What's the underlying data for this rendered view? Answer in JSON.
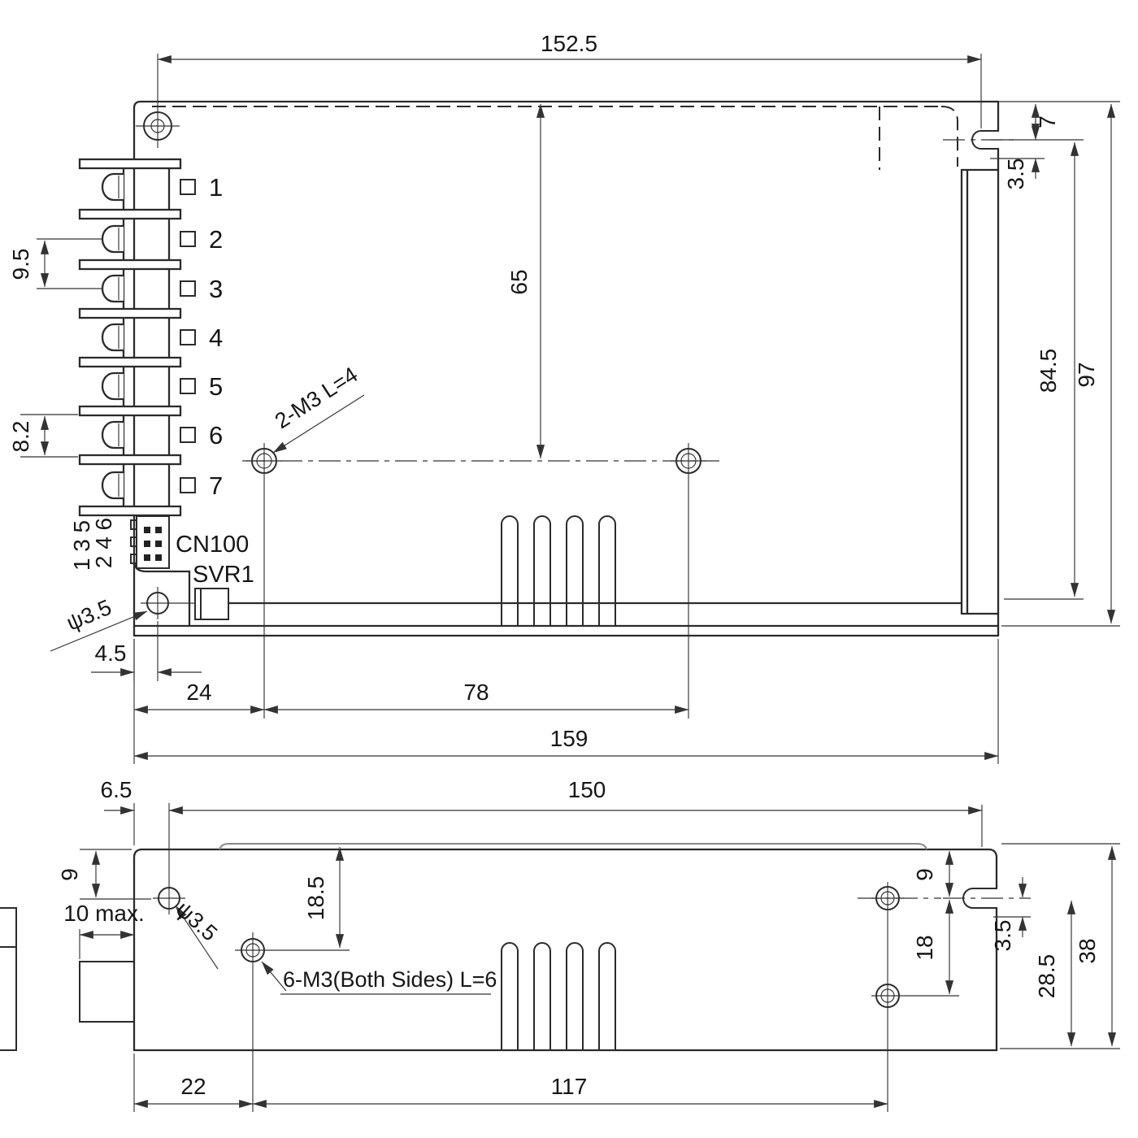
{
  "top_view": {
    "dims": {
      "d152_5": "152.5",
      "d65": "65",
      "d7": "7",
      "d3_5": "3.5",
      "d84_5": "84.5",
      "d97": "97",
      "d9_5": "9.5",
      "d8_2": "8.2",
      "d4_5": "4.5",
      "d24": "24",
      "d78": "78",
      "d159": "159"
    },
    "labels": {
      "mounting_note": "2-M3 L=4",
      "connector": "CN100",
      "pot": "SVR1",
      "hole_dia": "ψ3.5",
      "cn_pins_even": "2 4 6",
      "cn_pins_odd": "1 3 5"
    },
    "terminals": [
      "1",
      "2",
      "3",
      "4",
      "5",
      "6",
      "7"
    ]
  },
  "side_view": {
    "dims": {
      "d6_5": "6.5",
      "d150": "150",
      "d9_left": "9",
      "d10max": "10 max.",
      "d18_5": "18.5",
      "d9_right": "9",
      "d18": "18",
      "d3_5": "3.5",
      "d28_5": "28.5",
      "d38": "38",
      "d22": "22",
      "d117": "117"
    },
    "labels": {
      "hole_dia": "ψ3.5",
      "mounting_note": "6-M3(Both Sides) L=6"
    }
  }
}
